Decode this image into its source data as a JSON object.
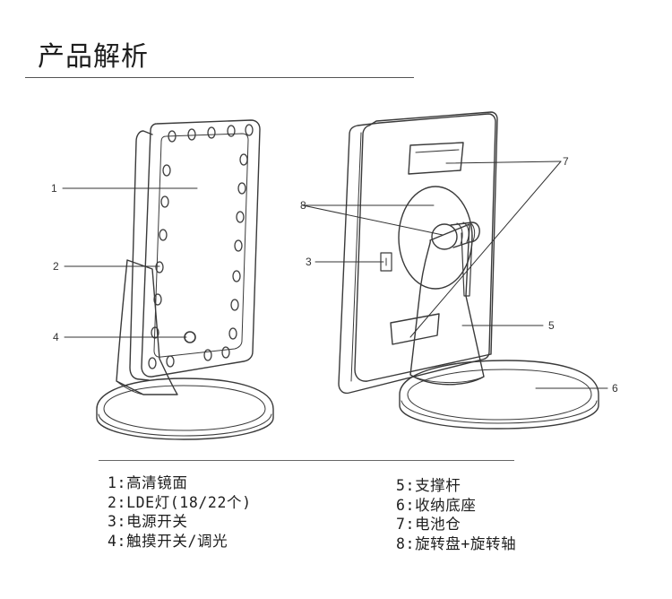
{
  "page_title": "产品解析",
  "callouts": {
    "c1": "1",
    "c2": "2",
    "c3": "3",
    "c4": "4",
    "c5": "5",
    "c6": "6",
    "c7": "7",
    "c8": "8"
  },
  "legend_left": [
    "1:高清镜面",
    "2:LDE灯(18/22个)",
    "3:电源开关",
    "4:触摸开关/调光"
  ],
  "legend_right": [
    "5:支撑杆",
    "6:收纳底座",
    "7:电池仓",
    "8:旋转盘+旋转轴"
  ]
}
